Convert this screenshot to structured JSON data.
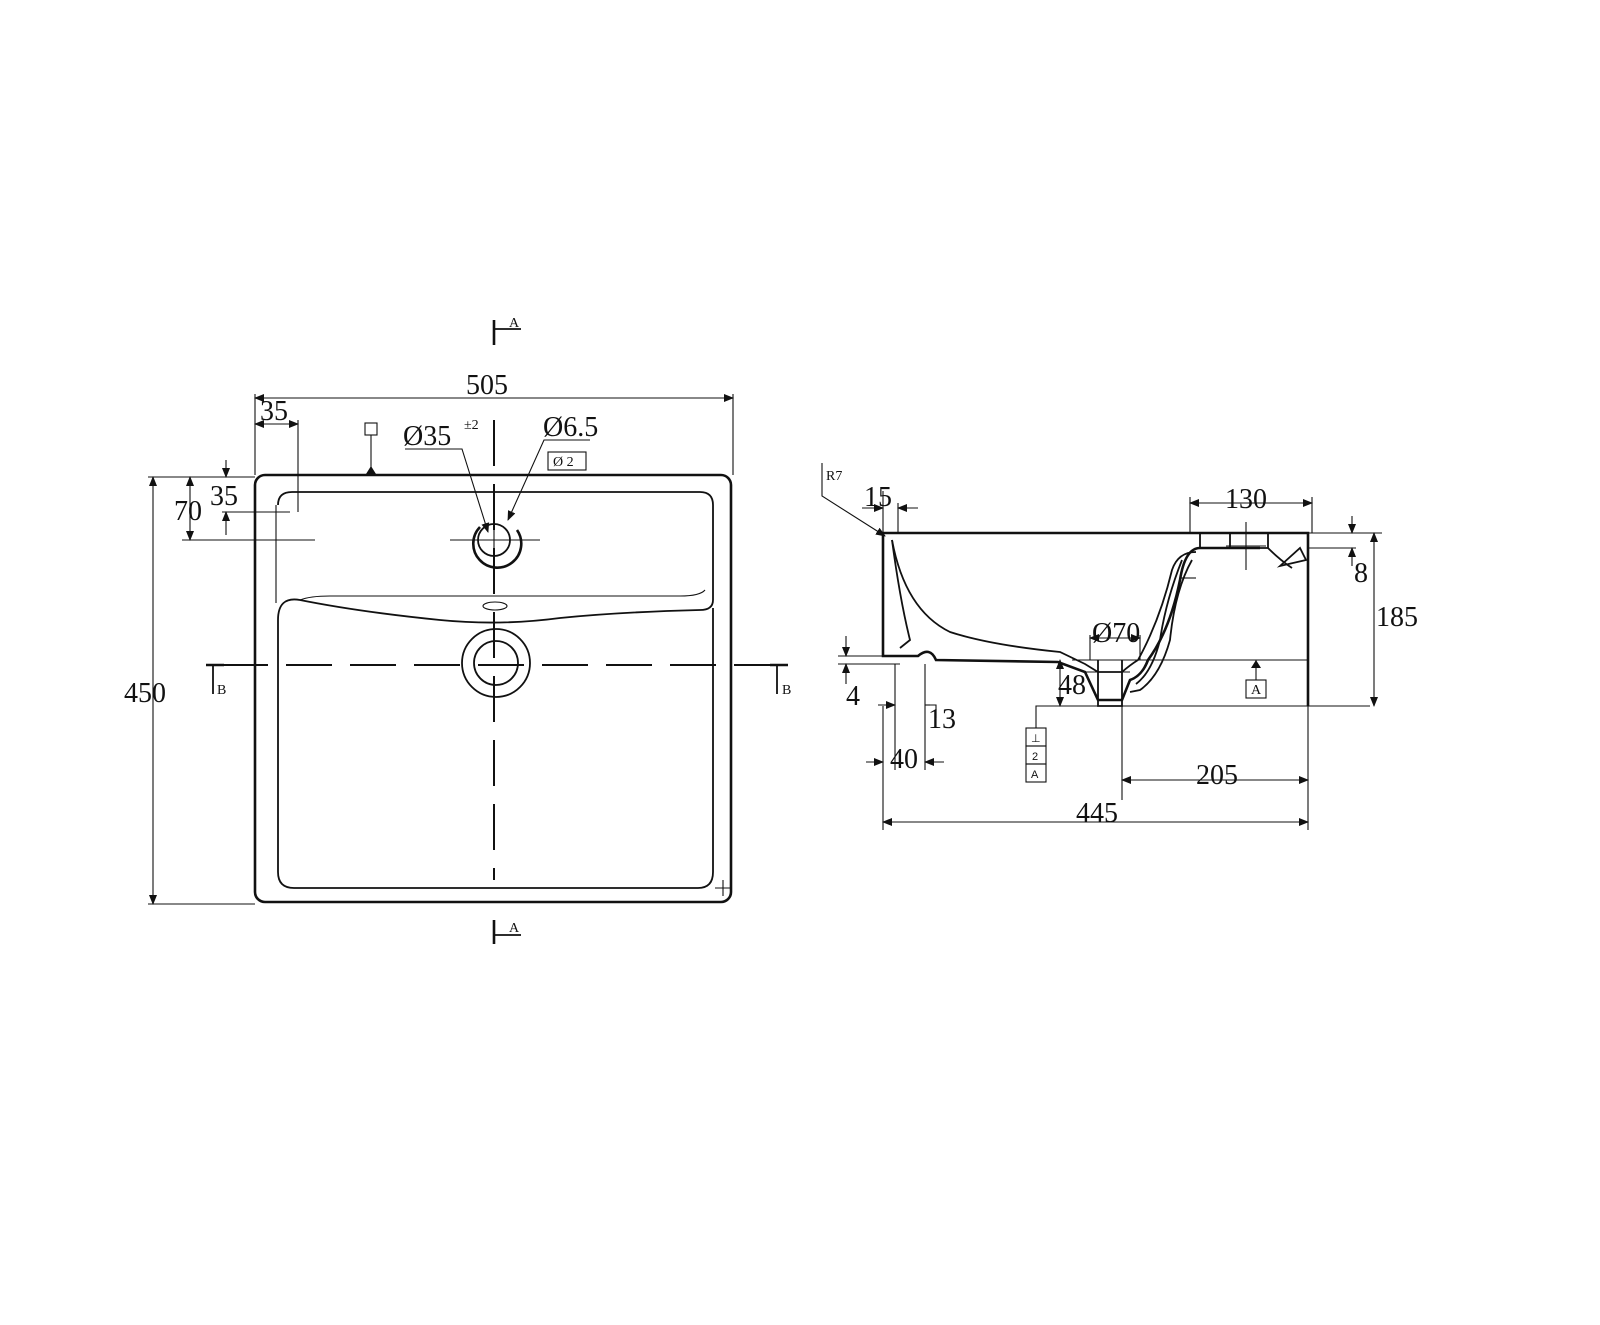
{
  "top_view": {
    "width": "505",
    "depth": "450",
    "tap_hole_offset_x": "35",
    "tap_hole_offset_y": "35",
    "tap_hole_y": "70",
    "tap_hole_diameter": "Ø35",
    "tap_hole_tolerance": "±2",
    "overflow_diameter": "Ø6.5",
    "overflow_frame": "Ø 2",
    "section_a_top": "A",
    "section_a_bottom": "A",
    "section_b_left": "B",
    "section_b_right": "B"
  },
  "section_view": {
    "radius": "R7",
    "wall": "15",
    "shelf_width": "130",
    "rim": "8",
    "height": "185",
    "waste_diameter": "Ø70",
    "waste_height": "48",
    "foot_height": "4",
    "foot_gap": "13",
    "foot_width": "40",
    "waste_to_back": "205",
    "total_depth": "445",
    "datum_a": "A",
    "datum_frame_1": "⊥",
    "datum_frame_2": "2",
    "datum_frame_3": "A"
  }
}
